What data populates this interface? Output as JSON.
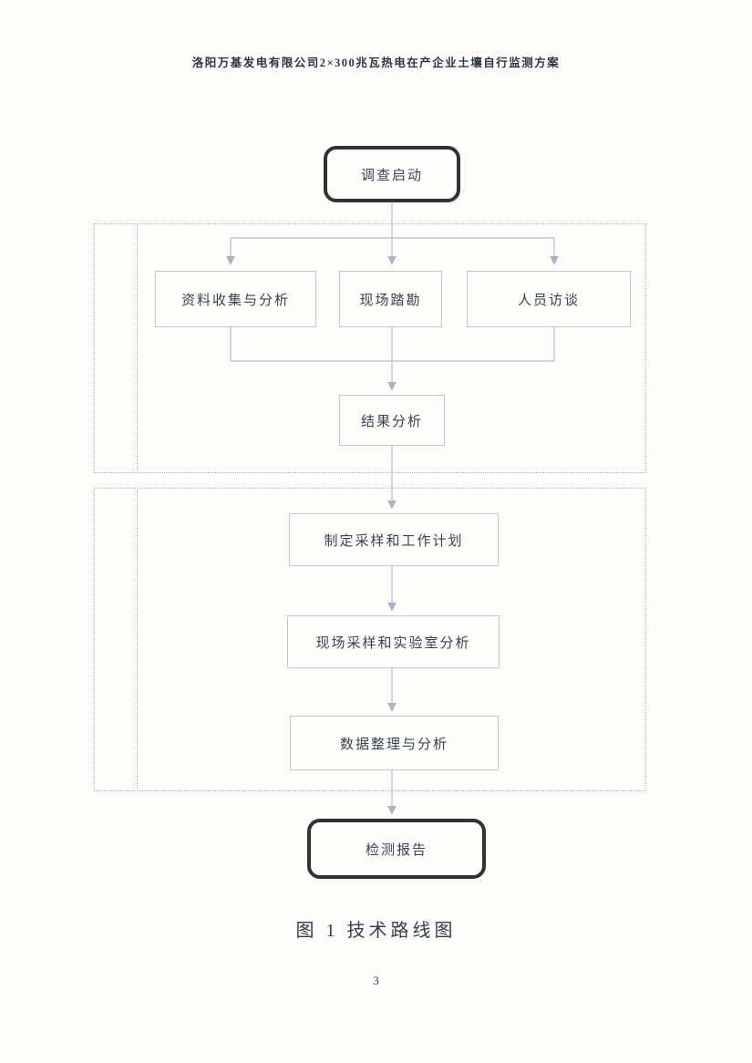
{
  "document": {
    "header": "洛阳万基发电有限公司2×300兆瓦热电在产企业土壤自行监测方案",
    "figure_caption": "图 1 技术路线图",
    "page_number": "3"
  },
  "flowchart": {
    "nodes": {
      "start": "调查启动",
      "collect": "资料收集与分析",
      "survey": "现场踏勘",
      "interview": "人员访谈",
      "result": "结果分析",
      "plan": "制定采样和工作计划",
      "sampling": "现场采样和实验室分析",
      "data": "数据整理与分析",
      "report": "检测报告"
    },
    "edges": [
      {
        "from": "start",
        "to": "collect"
      },
      {
        "from": "start",
        "to": "survey"
      },
      {
        "from": "start",
        "to": "interview"
      },
      {
        "from": "collect",
        "to": "result"
      },
      {
        "from": "survey",
        "to": "result"
      },
      {
        "from": "interview",
        "to": "result"
      },
      {
        "from": "result",
        "to": "plan"
      },
      {
        "from": "plan",
        "to": "sampling"
      },
      {
        "from": "sampling",
        "to": "data"
      },
      {
        "from": "data",
        "to": "report"
      }
    ],
    "colors": {
      "terminal_border": "#303234",
      "process_border": "#c3c8cd",
      "connector": "#b6bfc9",
      "arrowhead": "#a9b3c1",
      "group_border": "#b2b9c1",
      "text": "#3a4150"
    }
  }
}
